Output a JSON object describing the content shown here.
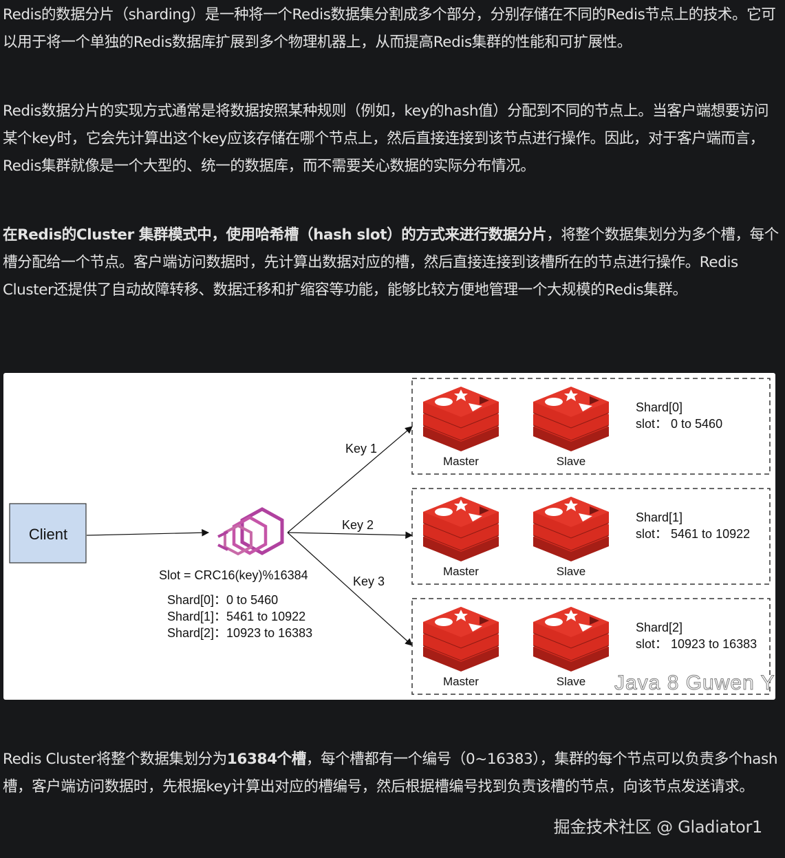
{
  "paragraphs": {
    "p1": "Redis的数据分片（sharding）是一种将一个Redis数据集分割成多个部分，分别存储在不同的Redis节点上的技术。它可以用于将一个单独的Redis数据库扩展到多个物理机器上，从而提高Redis集群的性能和可扩展性。",
    "p2": "Redis数据分片的实现方式通常是将数据按照某种规则（例如，key的hash值）分配到不同的节点上。当客户端想要访问某个key时，它会先计算出这个key应该存储在哪个节点上，然后直接连接到该节点进行操作。因此，对于客户端而言，Redis集群就像是一个大型的、统一的数据库，而不需要关心数据的实际分布情况。",
    "p3_bold": "在Redis的Cluster 集群模式中，使用哈希槽（hash slot）的方式来进行数据分片",
    "p3_rest": "，将整个数据集划分为多个槽，每个槽分配给一个节点。客户端访问数据时，先计算出数据对应的槽，然后直接连接到该槽所在的节点进行操作。Redis Cluster还提供了自动故障转移、数据迁移和扩缩容等功能，能够比较方便地管理一个大规模的Redis集群。",
    "p4_a": "Redis Cluster将整个数据集划分为",
    "p4_bold": "16384个槽",
    "p4_b": "，每个槽都有一个编号（0~16383），集群的每个节点可以负责多个hash槽，客户端访问数据时，先根据key计算出对应的槽编号，然后根据槽编号找到负责该槽的节点，向该节点发送请求。"
  },
  "diagram": {
    "client_label": "Client",
    "slot_formula": "Slot = CRC16(key)%16384",
    "mapping": [
      "Shard[0]：0 to 5460",
      "Shard[1]：5461 to 10922",
      "Shard[2]：10923 to 16383"
    ],
    "key_labels": [
      "Key 1",
      "Key 2",
      "Key 3"
    ],
    "shards": [
      {
        "name": "Shard[0]",
        "slot": "slot： 0 to 5460",
        "master": "Master",
        "slave": "Slave"
      },
      {
        "name": "Shard[1]",
        "slot": "slot： 5461 to 10922",
        "master": "Master",
        "slave": "Slave"
      },
      {
        "name": "Shard[2]",
        "slot": "slot： 10923 to 16383",
        "master": "Master",
        "slave": "Slave"
      }
    ],
    "watermark": "Java 8 Guwen Y",
    "icons": {
      "redis": "redis-logo-icon",
      "proxy": "hexagon-proxy-icon"
    },
    "colors": {
      "client_fill": "#c9daf0",
      "redis_red": "#d82c20",
      "proxy_purple": "#b0419f"
    }
  },
  "footer": "掘金技术社区 @ Gladiator1"
}
